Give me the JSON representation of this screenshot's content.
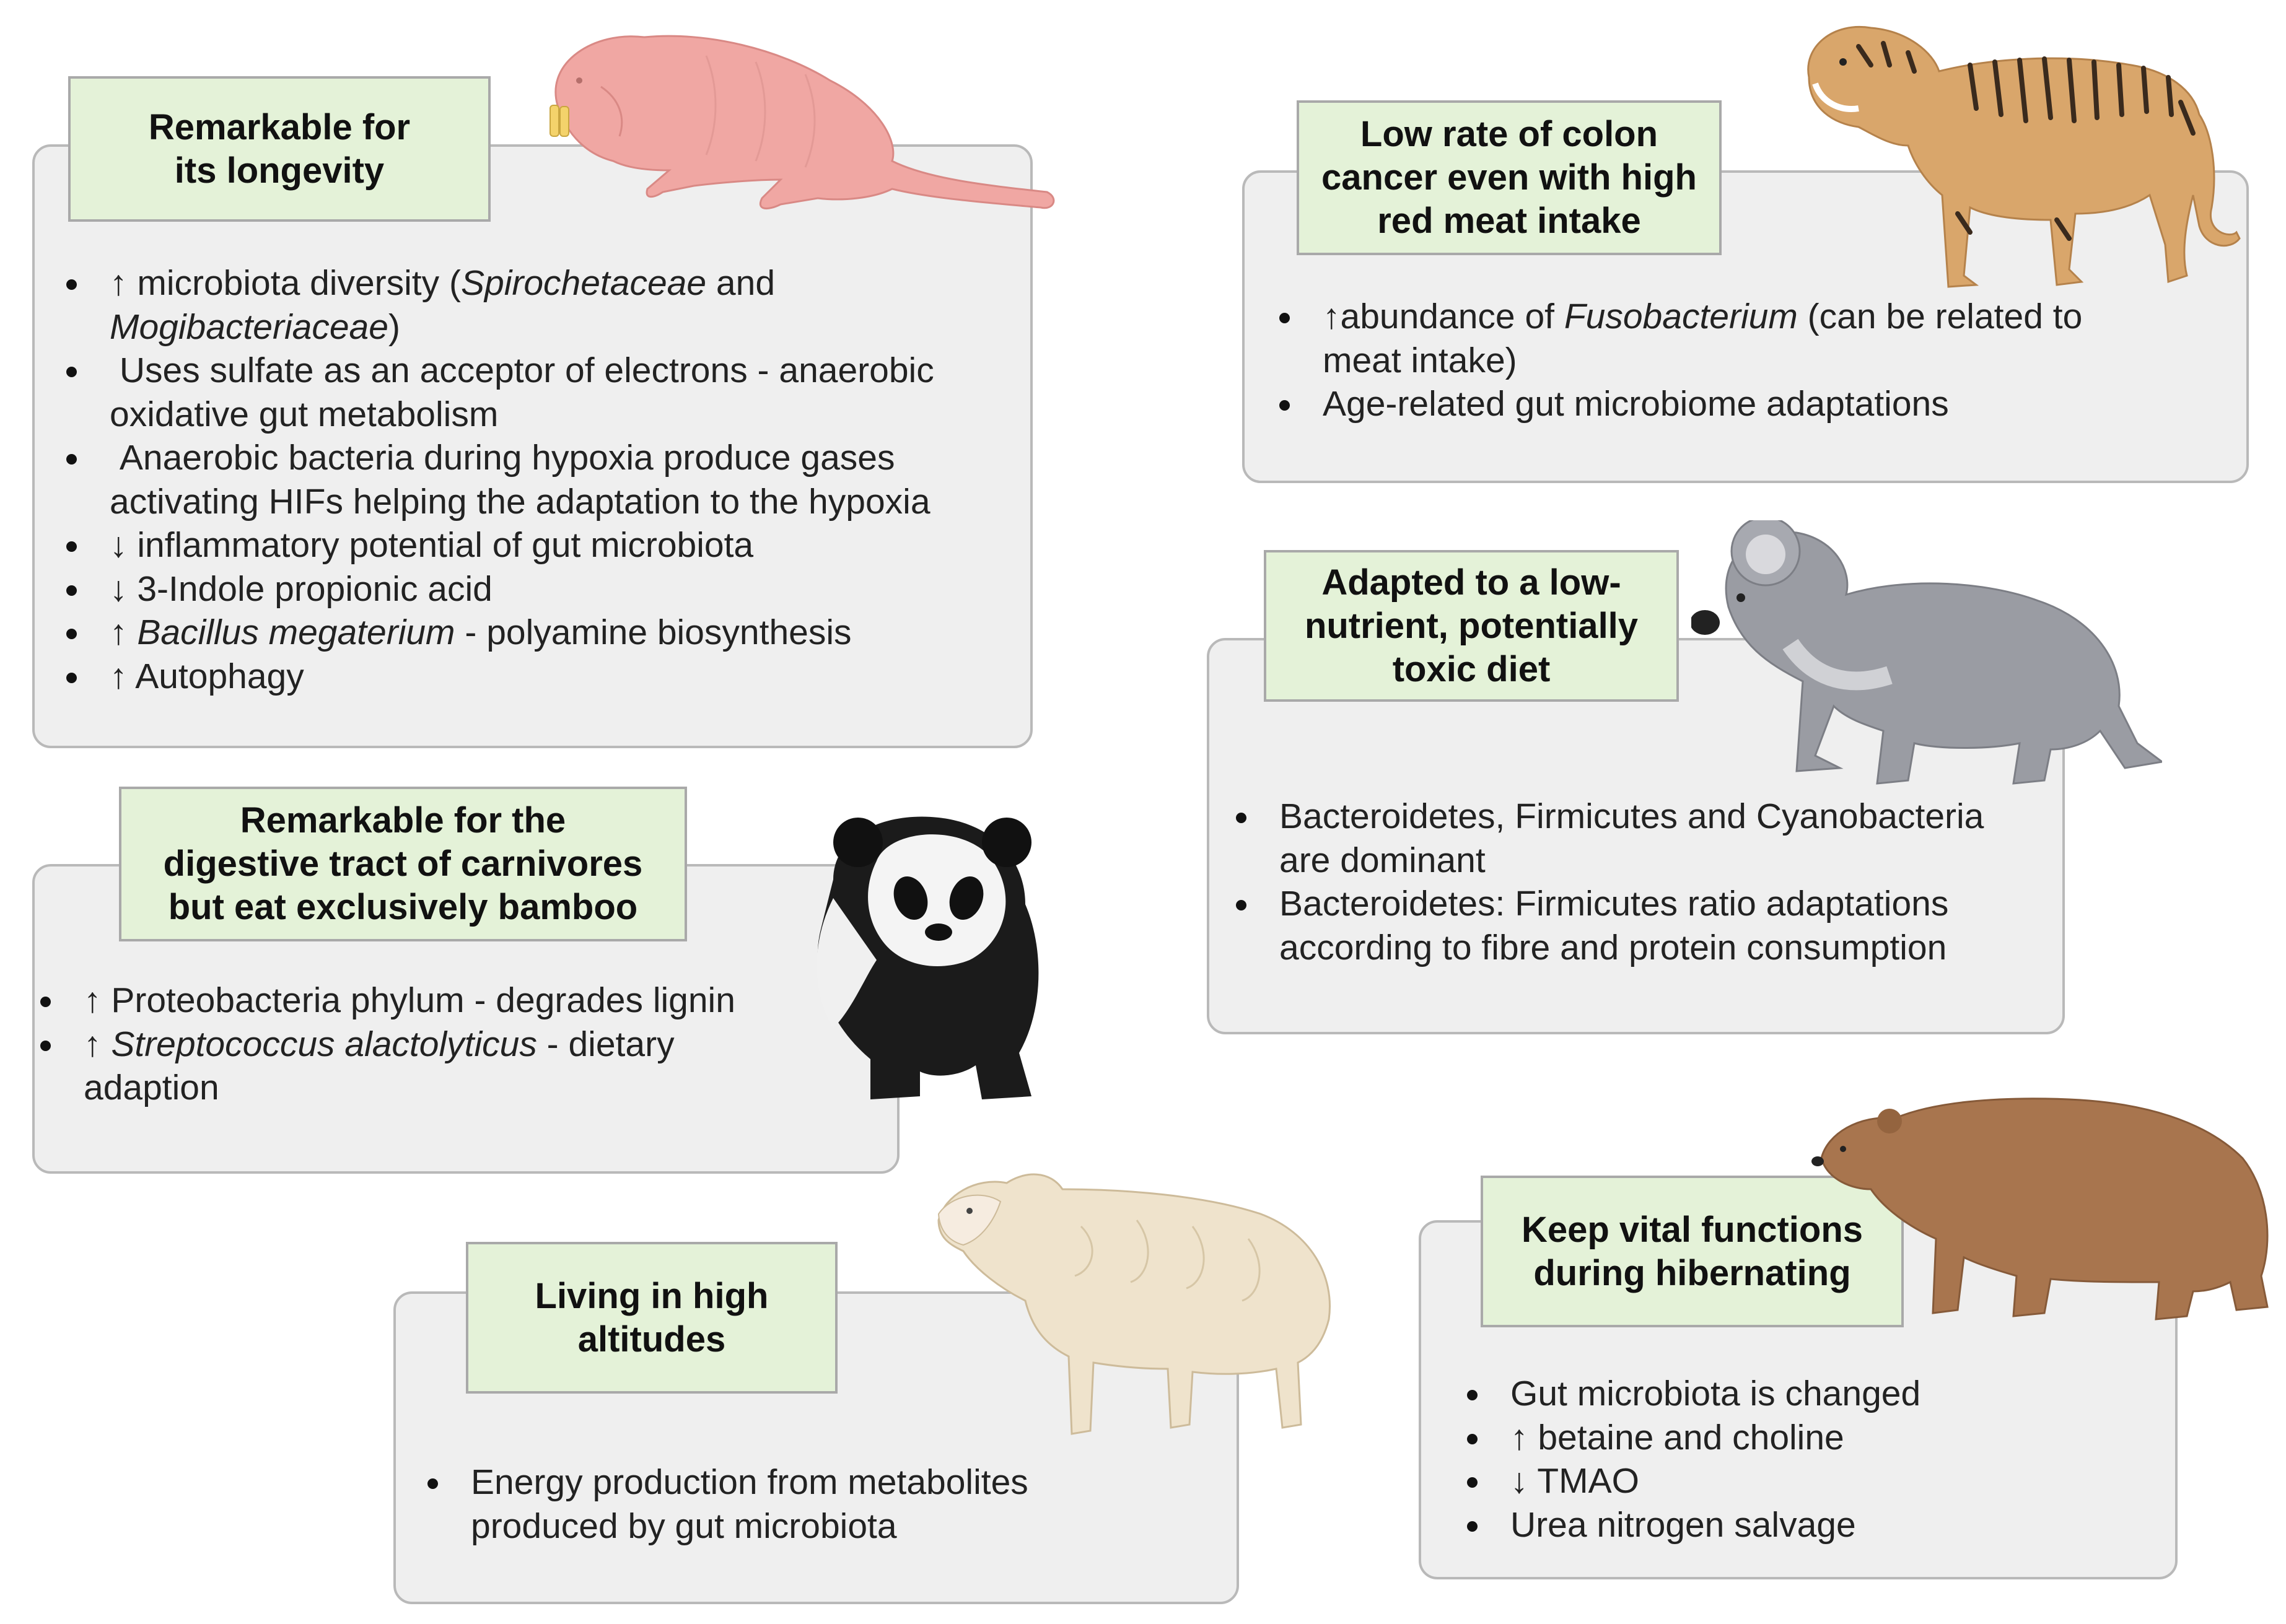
{
  "panels": {
    "mole_rat": {
      "title": [
        "Remarkable for",
        "its longevity"
      ],
      "bullets": [
        [
          "↑ microbiota diversity (",
          "Spirochetaceae",
          " and"
        ],
        [
          "Mogibacteriaceae",
          ")"
        ],
        [
          "Uses sulfate as an acceptor of electrons - anaerobic"
        ],
        [
          "oxidative gut metabolism"
        ],
        [
          "Anaerobic bacteria during hypoxia produce gases"
        ],
        [
          "activating HIFs helping the adaptation to the hypoxia"
        ],
        [
          "↓ inflammatory potential of gut microbiota"
        ],
        [
          "↓ 3-Indole propionic acid"
        ],
        [
          "↑ ",
          "Bacillus megaterium",
          " - polyamine biosynthesis"
        ],
        [
          "↑ Autophagy"
        ]
      ]
    },
    "tiger": {
      "title": [
        "Low rate of colon",
        "cancer even with high",
        "red meat intake"
      ],
      "bullets": [
        [
          "↑abundance of ",
          "Fusobacterium",
          " (can be related to"
        ],
        [
          "meat intake)"
        ],
        [
          "Age-related gut microbiome adaptations"
        ]
      ]
    },
    "panda": {
      "title": [
        "Remarkable for the",
        "digestive tract of carnivores",
        "but eat exclusively bamboo"
      ],
      "bullets": [
        [
          "↑ Proteobacteria phylum - degrades lignin"
        ],
        [
          "↑ ",
          "Streptococcus alactolyticus",
          " - dietary"
        ],
        [
          "adaption"
        ]
      ]
    },
    "koala": {
      "title": [
        "Adapted to a low-",
        "nutrient, potentially",
        "toxic diet"
      ],
      "bullets": [
        [
          "Bacteroidetes, Firmicutes and Cyanobacteria"
        ],
        [
          "are dominant"
        ],
        [
          "Bacteroidetes: Firmicutes ratio adaptations"
        ],
        [
          "according to fibre and protein consumption"
        ]
      ]
    },
    "sheep": {
      "title": [
        "Living in high",
        "altitudes"
      ],
      "bullets": [
        [
          "Energy production from metabolites"
        ],
        [
          "produced by gut microbiota"
        ]
      ]
    },
    "bear": {
      "title": [
        "Keep vital functions",
        "during hibernating"
      ],
      "bullets": [
        [
          "Gut microbiota is changed"
        ],
        [
          "↑ betaine and choline"
        ],
        [
          "↓ TMAO"
        ],
        [
          "Urea nitrogen salvage"
        ]
      ]
    }
  },
  "colors": {
    "panel_fill": "#efefef",
    "panel_border": "#b9b9b9",
    "title_fill": "#e4f2d8",
    "mole_rat": "#f0a7a3",
    "tiger": "#d9a66b",
    "koala": "#9a9ca3",
    "bear": "#a8754e",
    "sheep": "#efe3cc"
  },
  "icons": [
    "naked-mole-rat-illustration",
    "tiger-illustration",
    "giant-panda-illustration",
    "koala-illustration",
    "sheep-illustration",
    "brown-bear-illustration"
  ]
}
